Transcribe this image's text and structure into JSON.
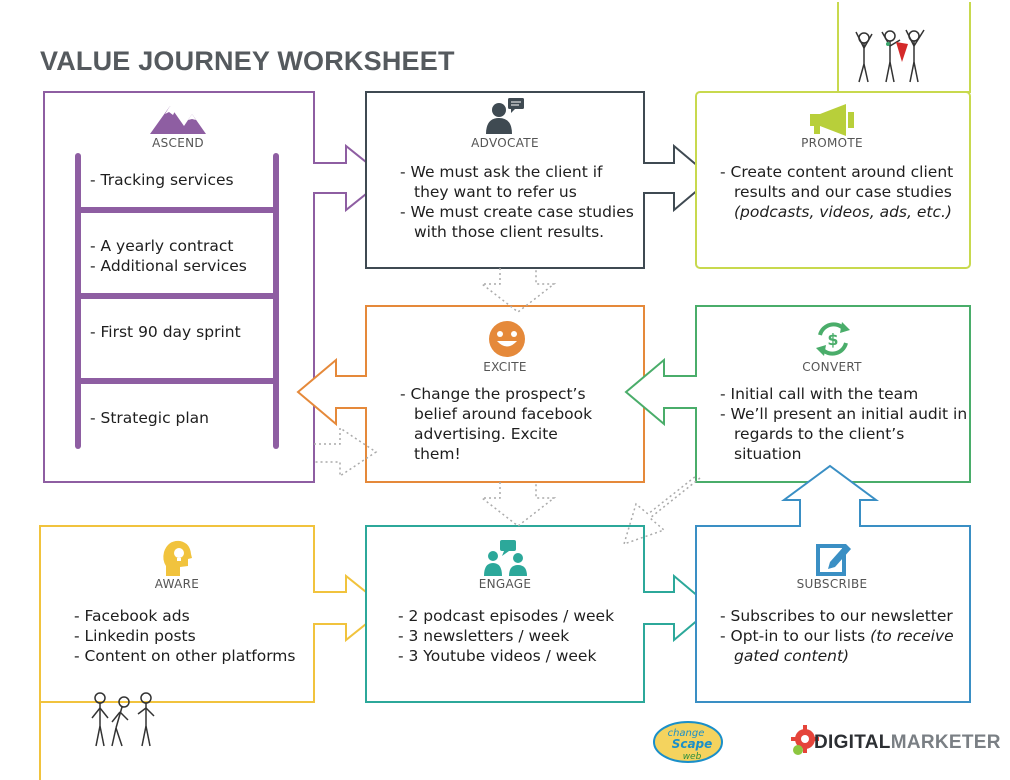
{
  "title": "VALUE JOURNEY WORKSHEET",
  "stages": {
    "ascend": {
      "label": "ASCEND",
      "icon": "mountain-icon",
      "color": "#8e5ea2",
      "rungs": [
        "- Tracking services",
        "- A yearly contract",
        "- Additional services",
        "- First 90 day sprint",
        "- Strategic plan"
      ]
    },
    "advocate": {
      "label": "ADVOCATE",
      "icon": "person-speech-icon",
      "color": "#3f4a52",
      "items": [
        "- We must ask the client if they want to refer us",
        "- We must create case studies with those client results."
      ]
    },
    "promote": {
      "label": "PROMOTE",
      "icon": "megaphone-icon",
      "color": "#b8cf3a",
      "item_main": "- Create content around client results and our case studies",
      "item_note": "(podcasts, videos, ads, etc.)"
    },
    "excite": {
      "label": "EXCITE",
      "icon": "smiley-icon",
      "color": "#e5893a",
      "items": [
        "- Change the prospect’s belief around facebook advertising. Excite them!"
      ]
    },
    "convert": {
      "label": "CONVERT",
      "icon": "dollar-cycle-icon",
      "color": "#4aad6a",
      "items": [
        "- Initial call with the team",
        "- We’ll present an initial audit in regards to the client’s situation"
      ]
    },
    "aware": {
      "label": "AWARE",
      "icon": "head-lightbulb-icon",
      "color": "#f1c33d",
      "items": [
        "- Facebook ads",
        "- Linkedin posts",
        "- Content on other platforms"
      ]
    },
    "engage": {
      "label": "ENGAGE",
      "icon": "people-chat-icon",
      "color": "#2ca89a",
      "items": [
        "- 2 podcast episodes / week",
        "- 3 newsletters / week",
        "- 3 Youtube videos / week"
      ]
    },
    "subscribe": {
      "label": "SUBSCRIBE",
      "icon": "edit-form-icon",
      "color": "#3a8fc4",
      "item_main_1": "- Subscribes to our newsletter",
      "item_main_2": "- Opt-in to our lists",
      "item_note": "(to receive gated content)"
    }
  },
  "logos": {
    "changescape": {
      "line1": "change",
      "line2": "Scape",
      "line3": "web"
    },
    "digitalmarketer": {
      "part1": "DIGITAL",
      "part2": "MARKETER"
    }
  }
}
